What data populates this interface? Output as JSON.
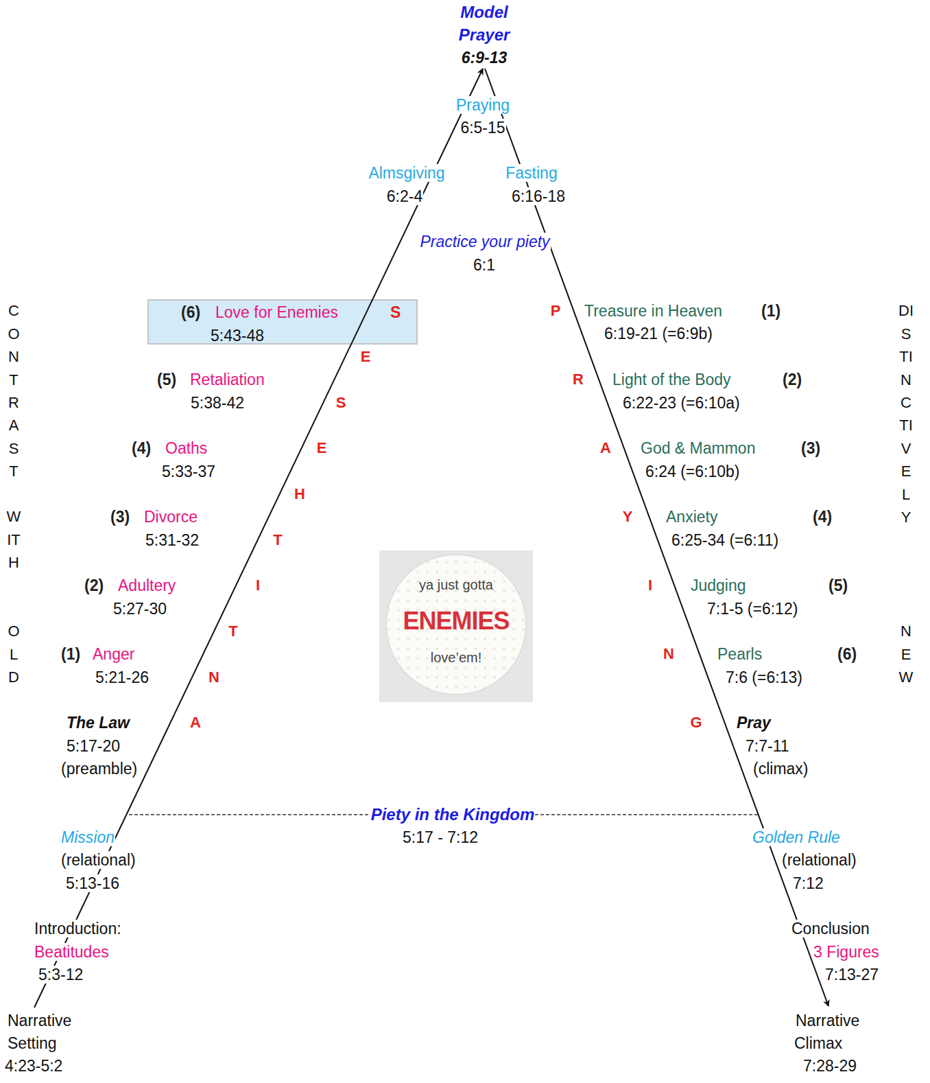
{
  "diagram": {
    "nodes": [
      {
        "text": [
          "(6)",
          "Love for Enemies",
          "5:43-48",
          "S"
        ]
      }
    ],
    "labels": [
      "Model",
      "Prayer",
      "6:9-13",
      "Praying",
      "6:5-15",
      "Almsgiving",
      "6:2-4",
      "Fasting",
      "6:16-18",
      "Practice your piety",
      "6:1",
      "(5)",
      "Retaliation",
      "5:38-42",
      "(4)",
      "Oaths",
      "5:33-37",
      "(3)",
      "Divorce",
      "5:31-32",
      "(2)",
      "Adultery",
      "5:27-30",
      "(1)",
      "Anger",
      "5:21-26",
      "The Law",
      "5:17-20",
      "(preamble)",
      "Treasure in Heaven",
      "(1)",
      "6:19-21 (=6:9b)",
      "Light of the Body",
      "(2)",
      "6:22-23 (=6:10a)",
      "God & Mammon",
      "(3)",
      "6:24 (=6:10b)",
      "Anxiety",
      "(4)",
      "6:25-34 (=6:11)",
      "Judging",
      "(5)",
      "7:1-5 (=6:12)",
      "Pearls",
      "(6)",
      "7:6 (=6:13)",
      "Pray",
      "7:7-11",
      "(climax)",
      "Piety in the Kingdom",
      "5:17 - 7:12",
      "Mission",
      "(relational)",
      "5:13-16",
      "Golden Rule",
      "(relational)",
      "7:12",
      "Introduction:",
      "Beatitudes",
      "5:3-12",
      "Conclusion",
      "3 Figures",
      "7:13-27",
      "Narrative",
      "Setting",
      "4:23-5:2",
      "Narrative",
      "Climax",
      "7:28-29",
      "CONTRAST",
      "WITH",
      "OLD",
      "DISTINCTIVELY",
      "NEW",
      "A",
      "N",
      "T",
      "I",
      "T",
      "H",
      "E",
      "S",
      "E",
      "P",
      "R",
      "A",
      "Y",
      "I",
      "N",
      "G",
      "ya just gotta",
      "ENEMIES",
      "love’em!"
    ]
  }
}
